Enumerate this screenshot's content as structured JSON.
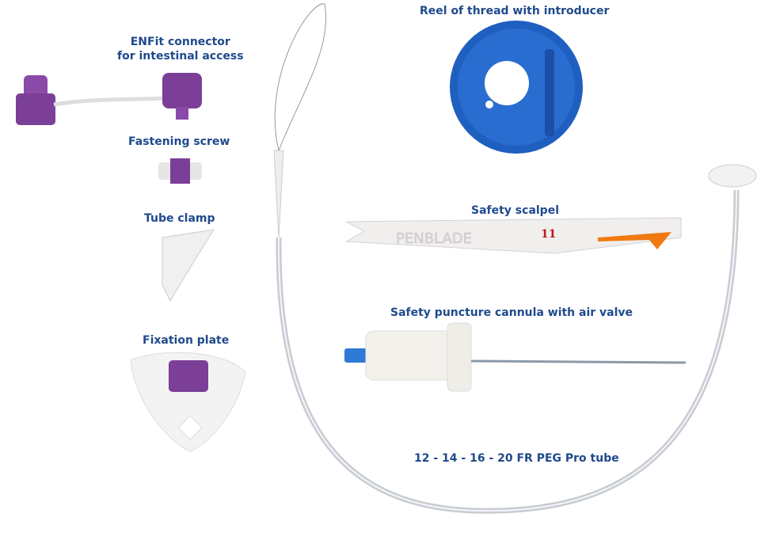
{
  "labels": {
    "enfit_line1": "ENFit connector",
    "enfit_line2": "for intestinal access",
    "screw": "Fastening screw",
    "clamp": "Tube clamp",
    "plate": "Fixation plate",
    "reel": "Reel of thread with introducer",
    "scalpel": "Safety scalpel",
    "cannula": "Safety puncture cannula with air valve",
    "tube": "12 - 14 - 16 - 20 FR PEG Pro tube"
  },
  "scalpel_brand": "PENBLADE",
  "scalpel_size": "11",
  "colors": {
    "label": "#1f4a8c",
    "purple": "#7b3f98",
    "reel_blue": "#1f5fc0",
    "scalpel_orange": "#f07a10"
  }
}
